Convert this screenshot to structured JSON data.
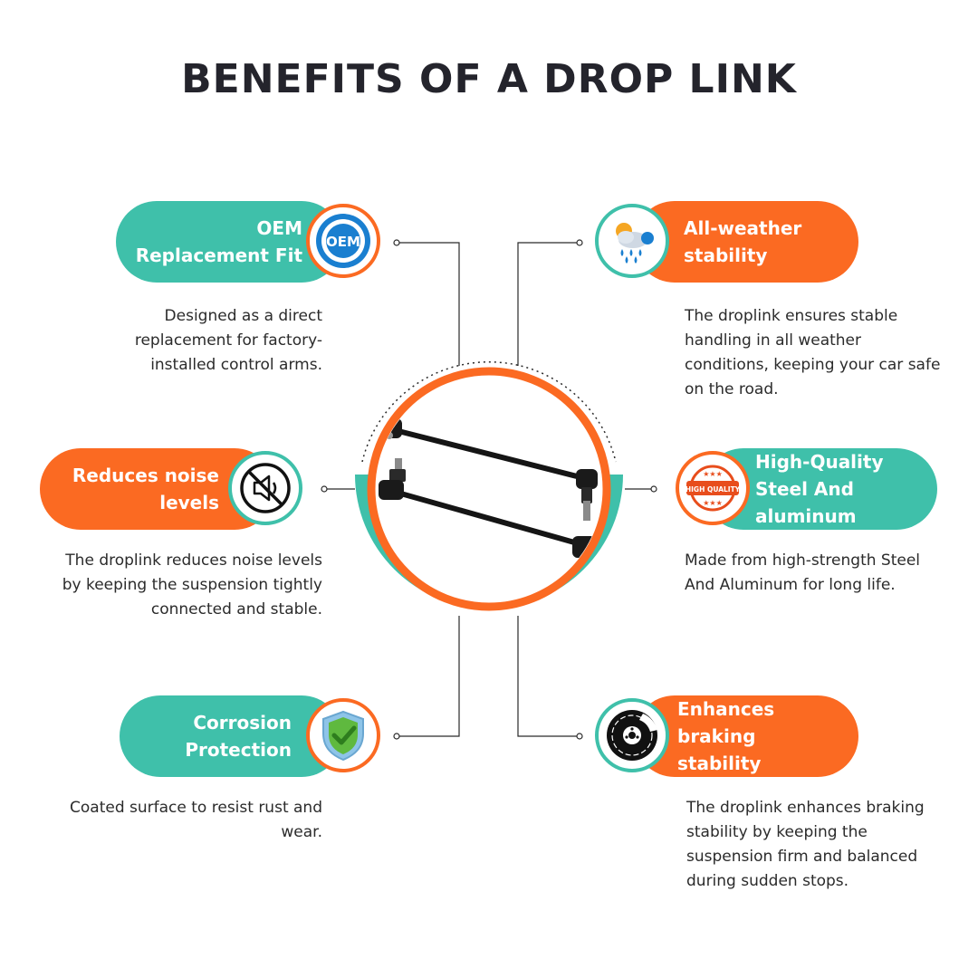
{
  "title": "BENEFITS OF A DROP LINK",
  "benefits": {
    "oem": {
      "label_line1": "OEM",
      "label_line2": "Replacement Fit",
      "badge_text": "OEM",
      "description": "Designed as a direct replacement for factory-installed control arms.",
      "pill_color": "#3fc0aa",
      "icon": "oem-badge-icon"
    },
    "weather": {
      "label_line1": "All-weather",
      "label_line2": "stability",
      "description": "The droplink ensures stable handling in all weather conditions, keeping your car safe on the road.",
      "pill_color": "#fb6a22",
      "icon": "weather-icon"
    },
    "noise": {
      "label_line1": "Reduces noise",
      "label_line2": "levels",
      "description": "The droplink reduces noise levels by keeping the suspension tightly connected and stable.",
      "pill_color": "#fb6a22",
      "icon": "no-noise-icon"
    },
    "quality": {
      "label_line1": "High-Quality",
      "label_line2": "Steel And",
      "label_line3": "aluminum",
      "badge_text": "HIGH QUALITY",
      "description": "Made from high-strength Steel And Aluminum for long life.",
      "pill_color": "#3fc0aa",
      "icon": "high-quality-badge-icon"
    },
    "corrosion": {
      "label_line1": "Corrosion",
      "label_line2": "Protection",
      "description": "Coated surface to resist rust and wear.",
      "pill_color": "#3fc0aa",
      "icon": "shield-check-icon"
    },
    "braking": {
      "label_line1": "Enhances",
      "label_line2": "braking",
      "label_line3": "stability",
      "description": "The droplink enhances braking stability by keeping the suspension firm and balanced during sudden stops.",
      "pill_color": "#fb6a22",
      "icon": "brake-disc-icon"
    }
  },
  "colors": {
    "teal": "#3fc0aa",
    "orange": "#fb6a22",
    "title": "#24242c",
    "text": "#2b2b2b"
  },
  "product_image": "drop-link-rods-image"
}
